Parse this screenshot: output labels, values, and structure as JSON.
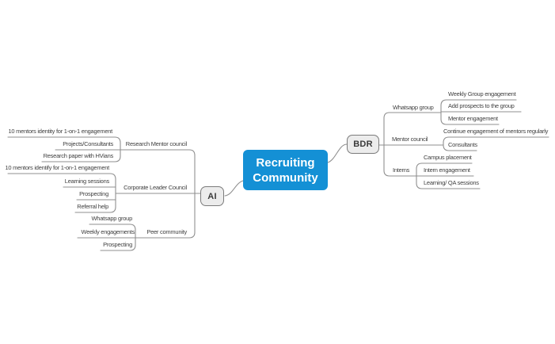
{
  "mindmap": {
    "root": {
      "label": "Recruiting Community"
    },
    "left_branch": {
      "label": "AI",
      "topics": [
        {
          "label": "Research Mentor council",
          "subtopics": [
            "10 mentors identity for 1-on-1 engagement",
            "Projects/Consultants",
            "Research paper with HVians"
          ]
        },
        {
          "label": "Corporate Leader Council",
          "subtopics": [
            "10 mentors identify for 1-on-1 engagement",
            "Learning sessions",
            "Prospecting",
            "Referral help"
          ]
        },
        {
          "label": "Peer community",
          "subtopics": [
            "Whatsapp group",
            "Weekly engagements",
            "Prospecting"
          ]
        }
      ]
    },
    "right_branch": {
      "label": "BDR",
      "topics": [
        {
          "label": "Whatsapp group",
          "subtopics": [
            "Weekly Group engagement",
            "Add prospects to the group",
            "Mentor engagement"
          ]
        },
        {
          "label": "Mentor council",
          "subtopics": [
            "Continue engagement of mentors regularly",
            "Consultants"
          ]
        },
        {
          "label": "Interns",
          "subtopics": [
            "Campus placement",
            "Intern engagement",
            "Learning/ QA sessions"
          ]
        }
      ]
    },
    "colors": {
      "root_fill": "#1490d5",
      "root_text": "#ffffff",
      "hub_fill": "#ececec",
      "hub_border": "#7b7b7b",
      "line": "#8f8f8f",
      "label_text": "#3f3f3f"
    }
  }
}
